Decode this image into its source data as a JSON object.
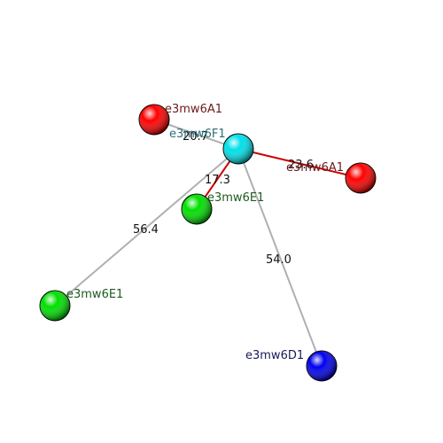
{
  "nodes": [
    {
      "id": "f1",
      "label": "e3mw6F1",
      "color": "#00e0e8",
      "label_color": "#2a6f7a",
      "icon": "sphere-icon"
    },
    {
      "id": "a1_left",
      "label": "e3mw6A1",
      "color": "#ff0000",
      "label_color": "#6b1a1a",
      "icon": "sphere-icon"
    },
    {
      "id": "a1_right",
      "label": "e3mw6A1",
      "color": "#ff0000",
      "label_color": "#6b1a1a",
      "icon": "sphere-icon"
    },
    {
      "id": "e1_mid",
      "label": "e3mw6E1",
      "color": "#00e000",
      "label_color": "#1f5a1f",
      "icon": "sphere-icon"
    },
    {
      "id": "e1_left",
      "label": "e3mw6E1",
      "color": "#00e000",
      "label_color": "#1f5a1f",
      "icon": "sphere-icon"
    },
    {
      "id": "d1",
      "label": "e3mw6D1",
      "color": "#0000ee",
      "label_color": "#1a1a5a",
      "icon": "sphere-icon"
    }
  ],
  "edges": [
    {
      "from": "f1",
      "to": "a1_left",
      "label": "20.7",
      "color": "#b0b0b0"
    },
    {
      "from": "f1",
      "to": "a1_right",
      "label": "23.6",
      "color": "#cc0000"
    },
    {
      "from": "f1",
      "to": "e1_mid",
      "label": "17.3",
      "color": "#cc0000"
    },
    {
      "from": "f1",
      "to": "e1_left",
      "label": "56.4",
      "color": "#b0b0b0"
    },
    {
      "from": "f1",
      "to": "d1",
      "label": "54.0",
      "color": "#b0b0b0"
    }
  ]
}
